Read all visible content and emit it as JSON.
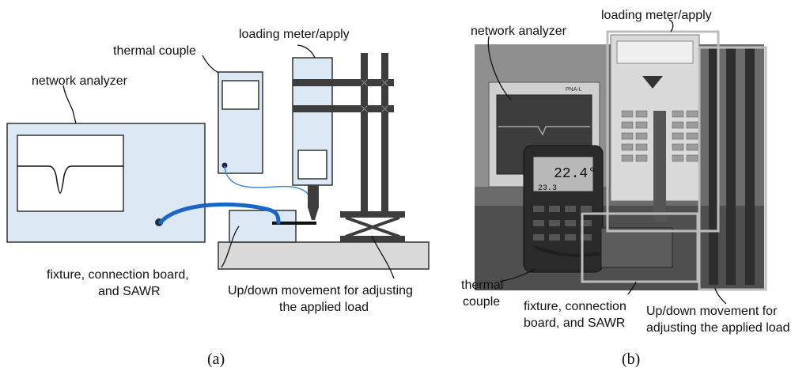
{
  "panel_a": {
    "labels": {
      "network_analyzer": "network analyzer",
      "thermal_couple": "thermal couple",
      "loading_meter": "loading meter/apply",
      "fixture_line1": "fixture, connection board,",
      "fixture_line2": "and SAWR",
      "updown_line1": "Up/down movement for adjusting",
      "updown_line2": "the applied load"
    },
    "caption": "(a)"
  },
  "panel_b": {
    "labels": {
      "loading_meter": "loading meter/apply",
      "network_analyzer": "network analyzer",
      "thermal_line1": "thermal",
      "thermal_line2": "couple",
      "fixture_line1": "fixture, connection",
      "fixture_line2": "board, and SAWR",
      "updown_line1": "Up/down movement for",
      "updown_line2": "adjusting the applied load"
    },
    "screen_text": {
      "pna": "PNA-L",
      "reading_main": "22.4°",
      "reading_sub": "23.3"
    },
    "caption": "(b)"
  },
  "colors": {
    "box_fill": "#dce8f4",
    "cable_blue": "#1a66c8",
    "thin_wire": "#3a8ad6",
    "rod_dark": "#3d3d3d",
    "base_gray": "#d9d9d9",
    "highlight_box": "#bdbdbd"
  }
}
